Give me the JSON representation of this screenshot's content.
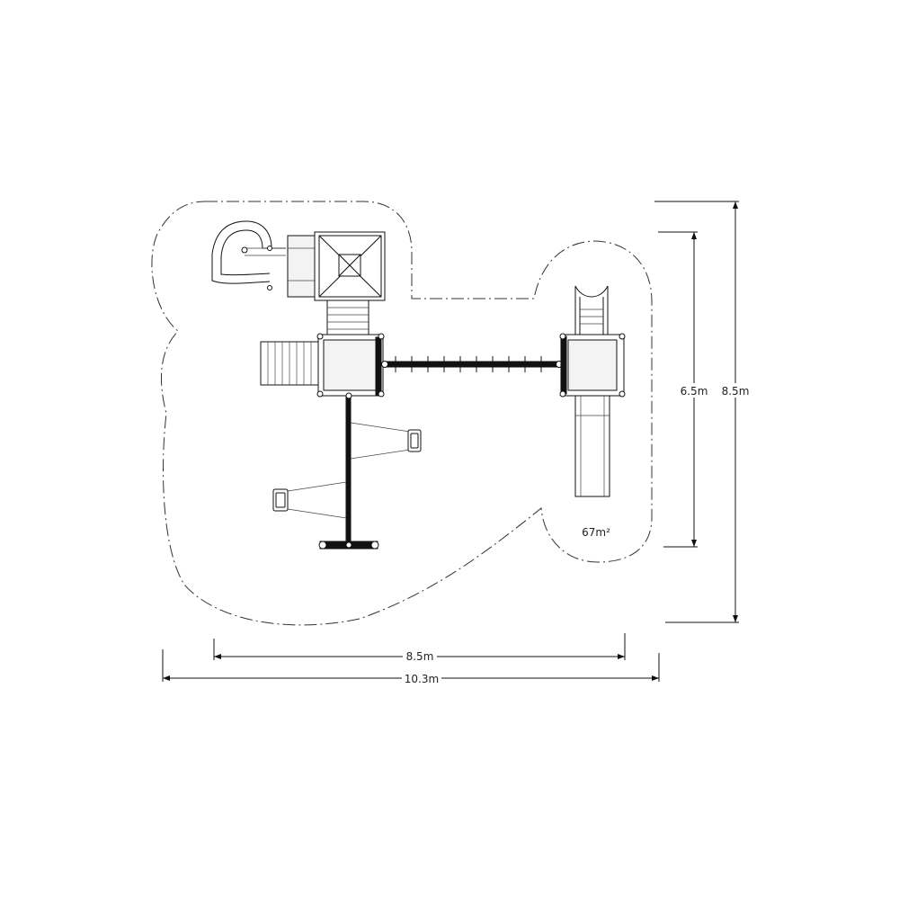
{
  "dimensions": {
    "width_inner": "8.5m",
    "width_outer": "10.3m",
    "height_inner": "6.5m",
    "height_outer": "8.5m"
  },
  "area": "67m²"
}
